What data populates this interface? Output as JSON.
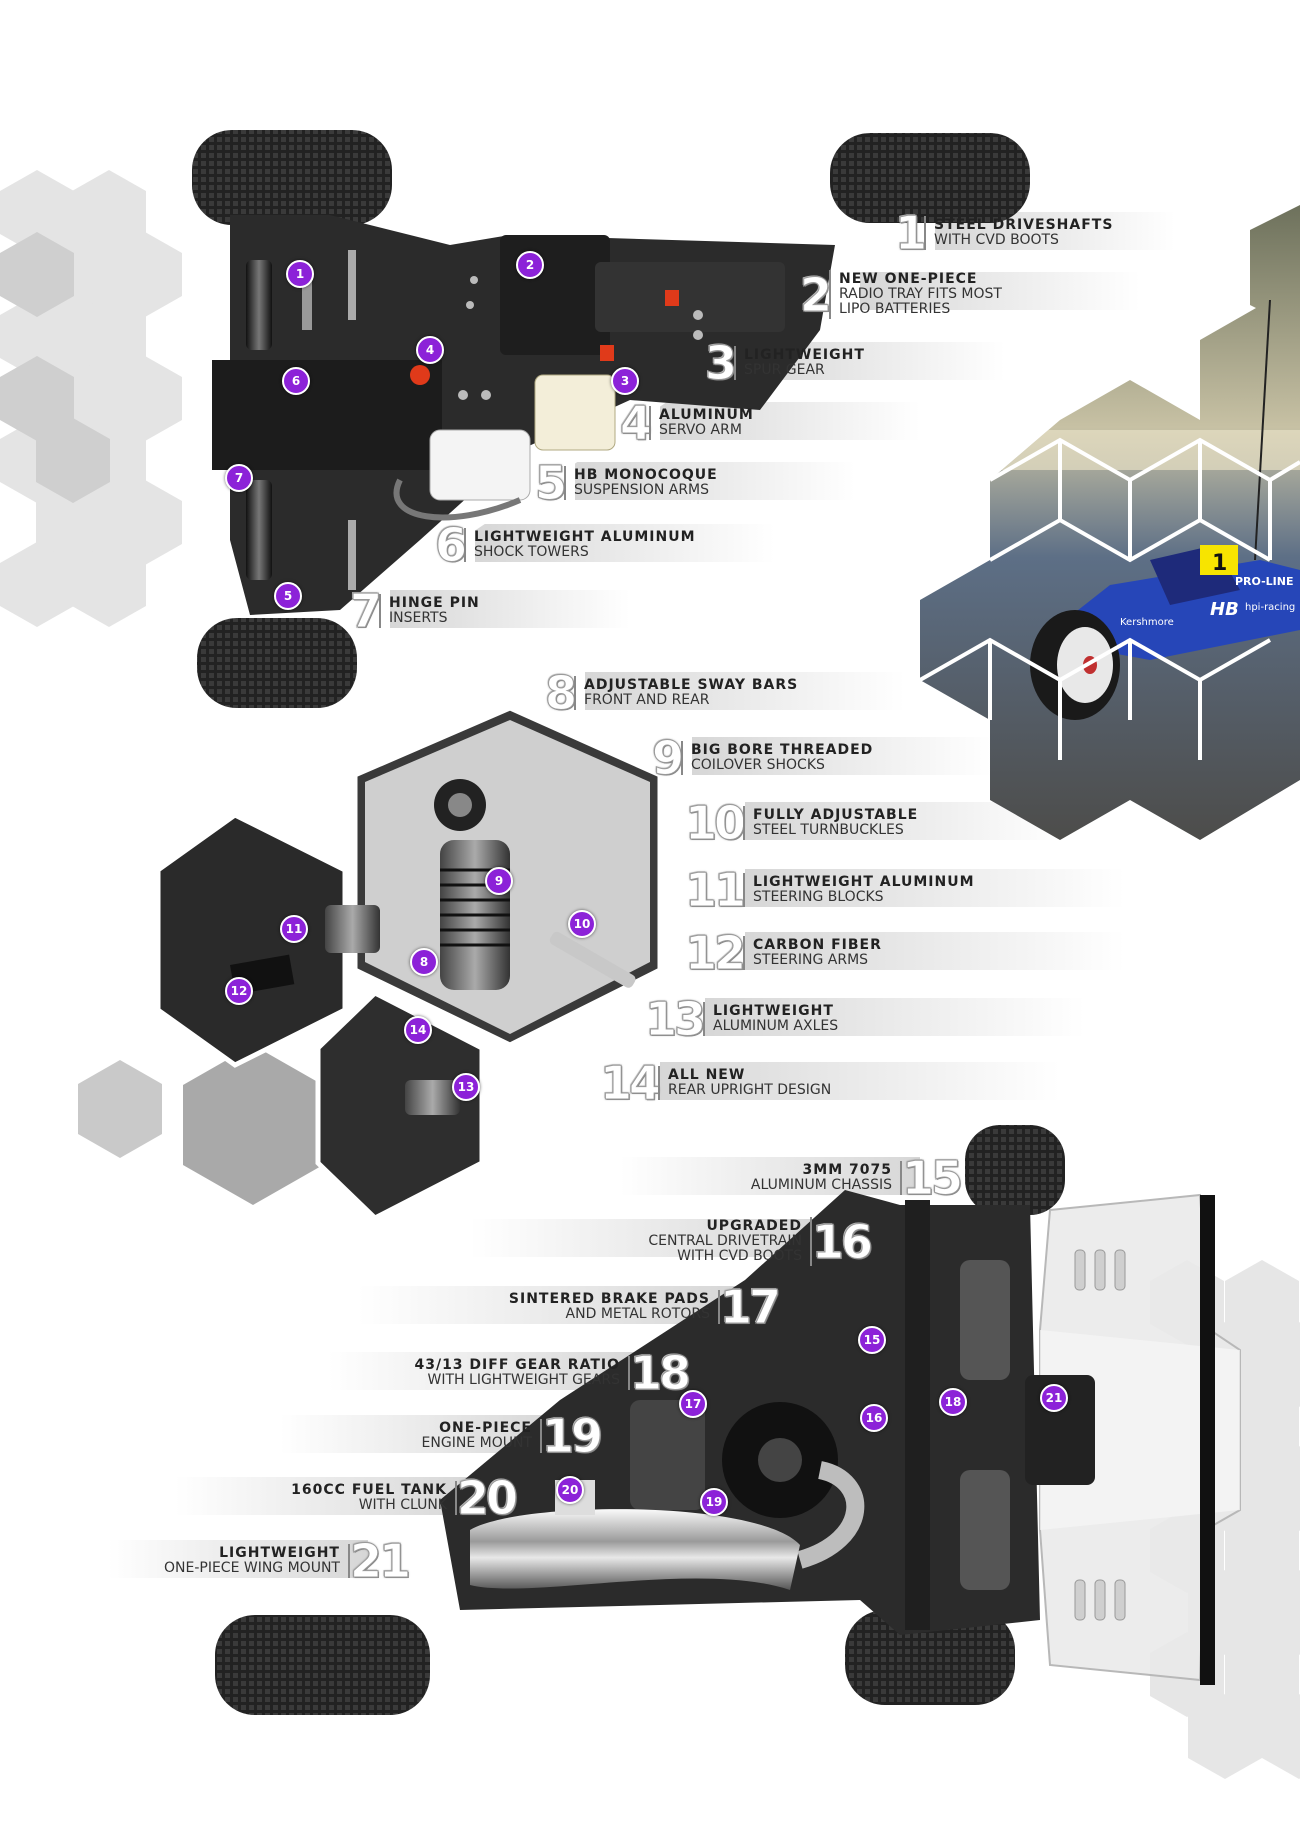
{
  "top_features": [
    {
      "num": "1",
      "line1": "STEEL DRIVESHAFTS",
      "line2": "WITH CVD BOOTS",
      "line3": ""
    },
    {
      "num": "2",
      "line1": "NEW ONE-PIECE",
      "line2": "RADIO TRAY FITS MOST",
      "line3": "LiPo BATTERIES"
    },
    {
      "num": "3",
      "line1": "LIGHTWEIGHT",
      "line2": "SPUR GEAR",
      "line3": ""
    },
    {
      "num": "4",
      "line1": "ALUMINUM",
      "line2": "SERVO ARM",
      "line3": ""
    },
    {
      "num": "5",
      "line1": "HB MONOCOQUE",
      "line2": "SUSPENSION ARMS",
      "line3": ""
    },
    {
      "num": "6",
      "line1": "LIGHTWEIGHT ALUMINUM",
      "line2": "SHOCK TOWERS",
      "line3": ""
    },
    {
      "num": "7",
      "line1": "HINGE PIN",
      "line2": "INSERTS",
      "line3": ""
    }
  ],
  "middle_features": [
    {
      "num": "8",
      "line1": "ADJUSTABLE SWAY BARS",
      "line2": "FRONT AND REAR"
    },
    {
      "num": "9",
      "line1": "BIG BORE THREADED",
      "line2": "COILOVER SHOCKS"
    },
    {
      "num": "10",
      "line1": "FULLY ADJUSTABLE",
      "line2": "STEEL TURNBUCKLES"
    },
    {
      "num": "11",
      "line1": "LIGHTWEIGHT ALUMINUM",
      "line2": "STEERING BLOCKS"
    },
    {
      "num": "12",
      "line1": "CARBON FIBER",
      "line2": "STEERING ARMS"
    },
    {
      "num": "13",
      "line1": "LIGHTWEIGHT",
      "line2": "ALUMINUM AXLES"
    },
    {
      "num": "14",
      "line1": "ALL NEW",
      "line2": "REAR UPRIGHT DESIGN"
    }
  ],
  "bottom_features": [
    {
      "num": "15",
      "line1": "3MM 7075",
      "line2": "ALUMINUM CHASSIS",
      "line3": ""
    },
    {
      "num": "16",
      "line1": "UPGRADED",
      "line2": "CENTRAL DRIVETRAIN",
      "line3": "WITH CVD BOOTS"
    },
    {
      "num": "17",
      "line1": "SINTERED BRAKE PADS",
      "line2": "AND METAL ROTORS",
      "line3": ""
    },
    {
      "num": "18",
      "line1": "43/13 DIFF GEAR RATIO",
      "line2": "WITH LIGHTWEIGHT GEARS",
      "line3": ""
    },
    {
      "num": "19",
      "line1": "ONE-PIECE",
      "line2": "ENGINE MOUNT",
      "line3": ""
    },
    {
      "num": "20",
      "line1": "160CC FUEL TANK",
      "line2": "WITH CLUNK",
      "line3": ""
    },
    {
      "num": "21",
      "line1": "LIGHTWEIGHT",
      "line2": "ONE-PIECE WING MOUNT",
      "line3": ""
    }
  ],
  "car_decals": {
    "number": "1",
    "brand_a": "PRO-LINE",
    "brand_b": "HB",
    "brand_c": "hpi-racing",
    "brand_d": "Kershmore"
  },
  "colors": {
    "accent": "#8c22d8",
    "hex_light": "#d2d2d2",
    "hex_dark": "#a9a9a9",
    "chassis": "#2b2b2b"
  },
  "badges": [
    "1",
    "2",
    "3",
    "4",
    "5",
    "6",
    "7",
    "8",
    "9",
    "10",
    "11",
    "12",
    "13",
    "14",
    "15",
    "16",
    "17",
    "18",
    "19",
    "20",
    "21"
  ]
}
